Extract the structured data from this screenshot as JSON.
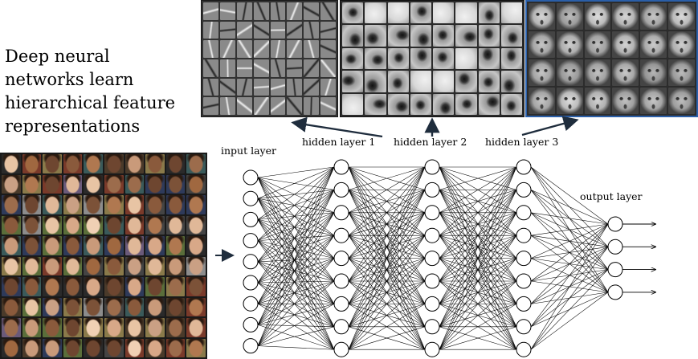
{
  "heading": {
    "lines": [
      "Deep neural",
      "networks learn",
      "hierarchical feature",
      "representations"
    ]
  },
  "labels": {
    "input_layer": "input layer",
    "hidden_layer_1": "hidden layer 1",
    "hidden_layer_2": "hidden layer 2",
    "hidden_layer_3": "hidden layer 3",
    "output_layer": "output layer"
  },
  "network": {
    "layer_sizes": [
      9,
      9,
      9,
      9,
      4
    ],
    "output_arrows": 4
  },
  "panels": {
    "layer1_features": {
      "description_icon": "edge-filter-grid",
      "rows": 6,
      "cols": 8
    },
    "layer2_features": {
      "description_icon": "face-part-grid",
      "rows": 5,
      "cols": 8
    },
    "layer3_features": {
      "description_icon": "face-template-grid",
      "rows": 4,
      "cols": 6
    },
    "input_faces": {
      "description_icon": "face-photo-grid",
      "rows": 10,
      "cols": 10
    }
  },
  "colors": {
    "line": "#000000",
    "arrow": "#1f2d3d",
    "panel3_border": "#2b5fa8"
  }
}
